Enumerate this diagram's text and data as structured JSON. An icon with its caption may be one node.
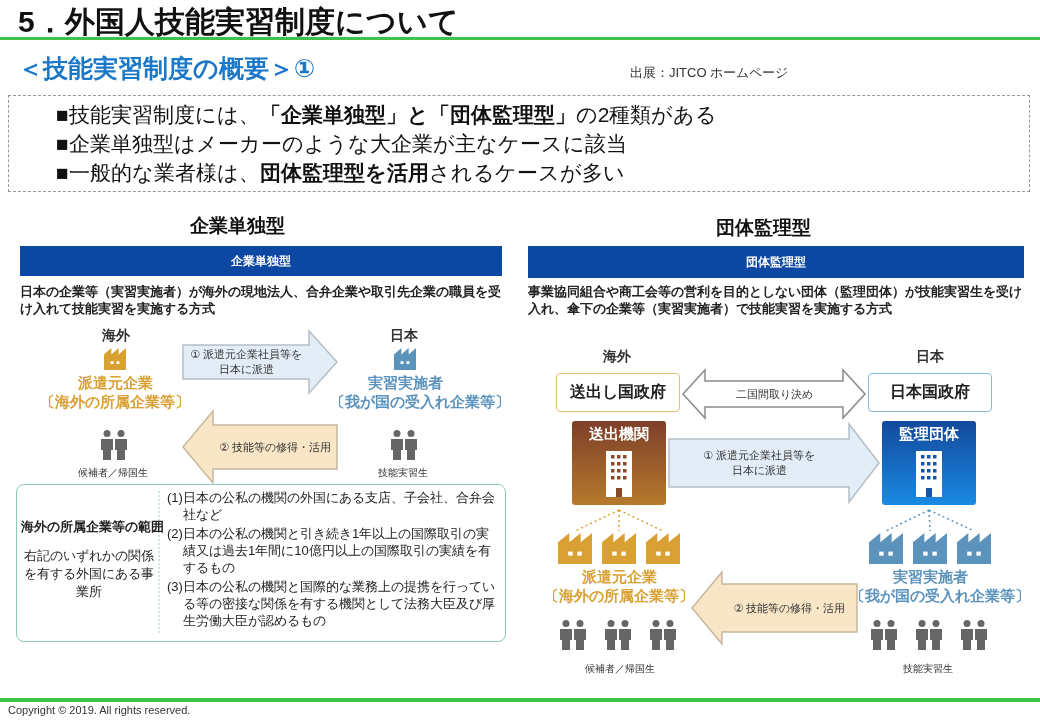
{
  "diagram": {
    "title": "5．外国人技能実習制度について",
    "nodes": [
      {
        "text": [
          "■技能実習制度には、**「企業単独型」と「団体監理型」**の2種類がある",
          "■企業単独型はメーカーのような大企業が主なケースに該当",
          "■一般的な業者様は、**団体監理型を活用**されるケースが多い"
        ]
      },
      {
        "text": [
          "企業単独型"
        ]
      },
      {
        "text": [
          "派遣元企業",
          "〔海外の所属企業等〕"
        ]
      },
      {
        "text": [
          "実習実施者",
          "〔我が国の受入れ企業等〕"
        ]
      },
      {
        "text": [
          "海外の所属企業等の範囲",
          "右記のいずれかの関係を有する外国にある事業所",
          "(1)日本の公私の機関の外国にある支店、子会社、合弁会社など",
          "(2)日本の公私の機関と引き続き1年以上の国際取引の実績又は過去1年間に10億円以上の国際取引の実績を有するもの",
          "(3)日本の公私の機関と国際的な業務上の提携を行っている等の密接な関係を有する機関として法務大臣及び厚生労働大臣が認めるもの"
        ]
      },
      {
        "text": [
          "団体監理型"
        ]
      },
      {
        "text": [
          "送出し国政府"
        ]
      },
      {
        "text": [
          "日本国政府"
        ]
      },
      {
        "text": [
          "送出機関"
        ]
      },
      {
        "text": [
          "監理団体"
        ]
      },
      {
        "text": [
          "派遣元企業",
          "〔海外の所属企業等〕"
        ]
      },
      {
        "text": [
          "実習実施者",
          "〔我が国の受入れ企業等〕"
        ]
      }
    ],
    "edges": [
      {
        "from": 2,
        "to": 3,
        "arrow": "to",
        "label": "① 派遣元企業社員等を日本に派遣"
      },
      {
        "from": 3,
        "to": 2,
        "arrow": "to",
        "label": "② 技能等の修得・活用",
        "color": "#f8e6c6"
      },
      {
        "from": 6,
        "to": 7,
        "arrow": "both",
        "label": "二国間取り決め",
        "color": "#ffffff"
      },
      {
        "from": 8,
        "to": 9,
        "arrow": "to",
        "label": "① 派遣元企業社員等を日本に派遣"
      },
      {
        "from": 11,
        "to": 10,
        "arrow": "to",
        "label": "② 技能等の修得・活用",
        "color": "#f8e6c6"
      },
      {
        "from": 8,
        "to": 10,
        "arrow": "none",
        "style": "dashed",
        "color": "#d9a034"
      },
      {
        "from": 9,
        "to": 11,
        "arrow": "none",
        "style": "dashed",
        "color": "#5b93bd"
      }
    ],
    "labels": [
      "＜技能実習制度の概要＞①",
      "出展：JITCO ホームページ",
      "企業単独型",
      "団体監理型",
      "日本の企業等（実習実施者）が海外の現地法人、合弁企業や取引先企業の職員を受け入れて技能実習を実施する方式",
      "事業協同組合や商工会等の営利を目的としない団体（監理団体）が技能実習生を受け入れ、傘下の企業等（実習実施者）で技能実習を実施する方式",
      "海外",
      "日本",
      "海外",
      "日本",
      "候補者／帰国生",
      "技能実習生",
      "候補者／帰国生",
      "技能実習生",
      "Copyright © 2019. All rights reserved."
    ]
  }
}
